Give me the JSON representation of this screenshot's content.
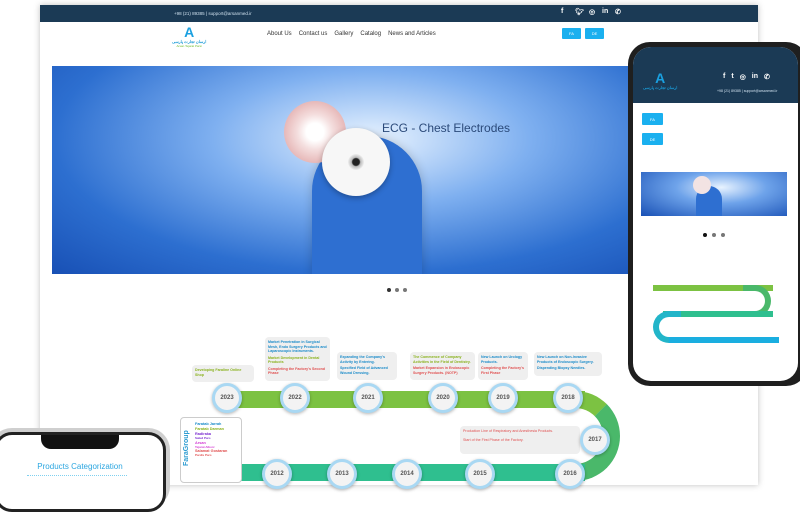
{
  "topbar": {
    "contact": "+98 (21) 89385 | support@arsanmed.ir",
    "social": [
      "f",
      "t",
      "ig",
      "in",
      "wa"
    ]
  },
  "logo": {
    "mark": "A",
    "name": "ارسان تجارت پارسی",
    "latin": "Arsan Tejarat Parsi"
  },
  "nav": {
    "items": [
      "About Us",
      "Contact us",
      "Gallery",
      "Catalog",
      "News and Articles"
    ],
    "lang": [
      "FA",
      "DE"
    ]
  },
  "hero": {
    "title": "ECG - Chest Electrodes",
    "slides": 3,
    "active_slide": 1
  },
  "timeline": {
    "years_top": [
      "2023",
      "2022",
      "2021",
      "2020",
      "2019",
      "2018"
    ],
    "year_side": "2017",
    "years_bottom": [
      "2012",
      "2013",
      "2014",
      "2015",
      "2016"
    ],
    "notes": [
      [
        {
          "t": "Developing Faraline Online Shop",
          "c": "green"
        }
      ],
      [
        {
          "t": "Market Penetration in Surgical Mesh, Endo Surgery Products and Laparoscopic Instruments.",
          "c": "blue"
        },
        {
          "t": "Market Development in Dental Products",
          "c": "green"
        },
        {
          "t": "Completing the Factory's Second Phase",
          "c": "red"
        }
      ],
      [
        {
          "t": "Expanding the Company's Activity by Entering.",
          "c": "blue"
        },
        {
          "t": "Specified Field of Advanced Wound Dressing.",
          "c": "blue"
        }
      ],
      [
        {
          "t": "The Commence of Company Activities in the Field of Dentistry.",
          "c": "green"
        },
        {
          "t": "Market Expansion in Endoscopic Surgery Products. (NOTP)",
          "c": "red"
        }
      ],
      [
        {
          "t": "New Launch on Urology Products.",
          "c": "blue"
        },
        {
          "t": "Completing the Factory's First Phase",
          "c": "red"
        }
      ],
      [
        {
          "t": "New Launch on Non-Invasive Products of Endoscopic Surgery.",
          "c": "blue"
        },
        {
          "t": "Dispending Biopsy Needles.",
          "c": "blue"
        }
      ]
    ],
    "side_note": [
      "Production Line of Respiratory and Anesthesia Products.",
      "Start of the First Phase of the Factory."
    ],
    "group": {
      "title": "FaraGroup",
      "members": [
        {
          "t": "Faratab Jarrah",
          "c": "blue"
        },
        {
          "t": "Faratab Darman",
          "c": "green"
        },
        {
          "t": "Radiraka",
          "sub": "Salud Pars",
          "c": "purple"
        },
        {
          "t": "Arsan",
          "sub": "Tejarat Alborz",
          "c": "pink"
        },
        {
          "t": "Salamat Gostaran",
          "sub": "Pardis Pars",
          "c": "red"
        }
      ]
    }
  },
  "phone_left": {
    "heading": "Products Categorization"
  },
  "colors": {
    "topbar": "#1b3a55",
    "accent": "#1ab0ef",
    "green": "#7cc242",
    "teal": "#2fbf8f"
  }
}
